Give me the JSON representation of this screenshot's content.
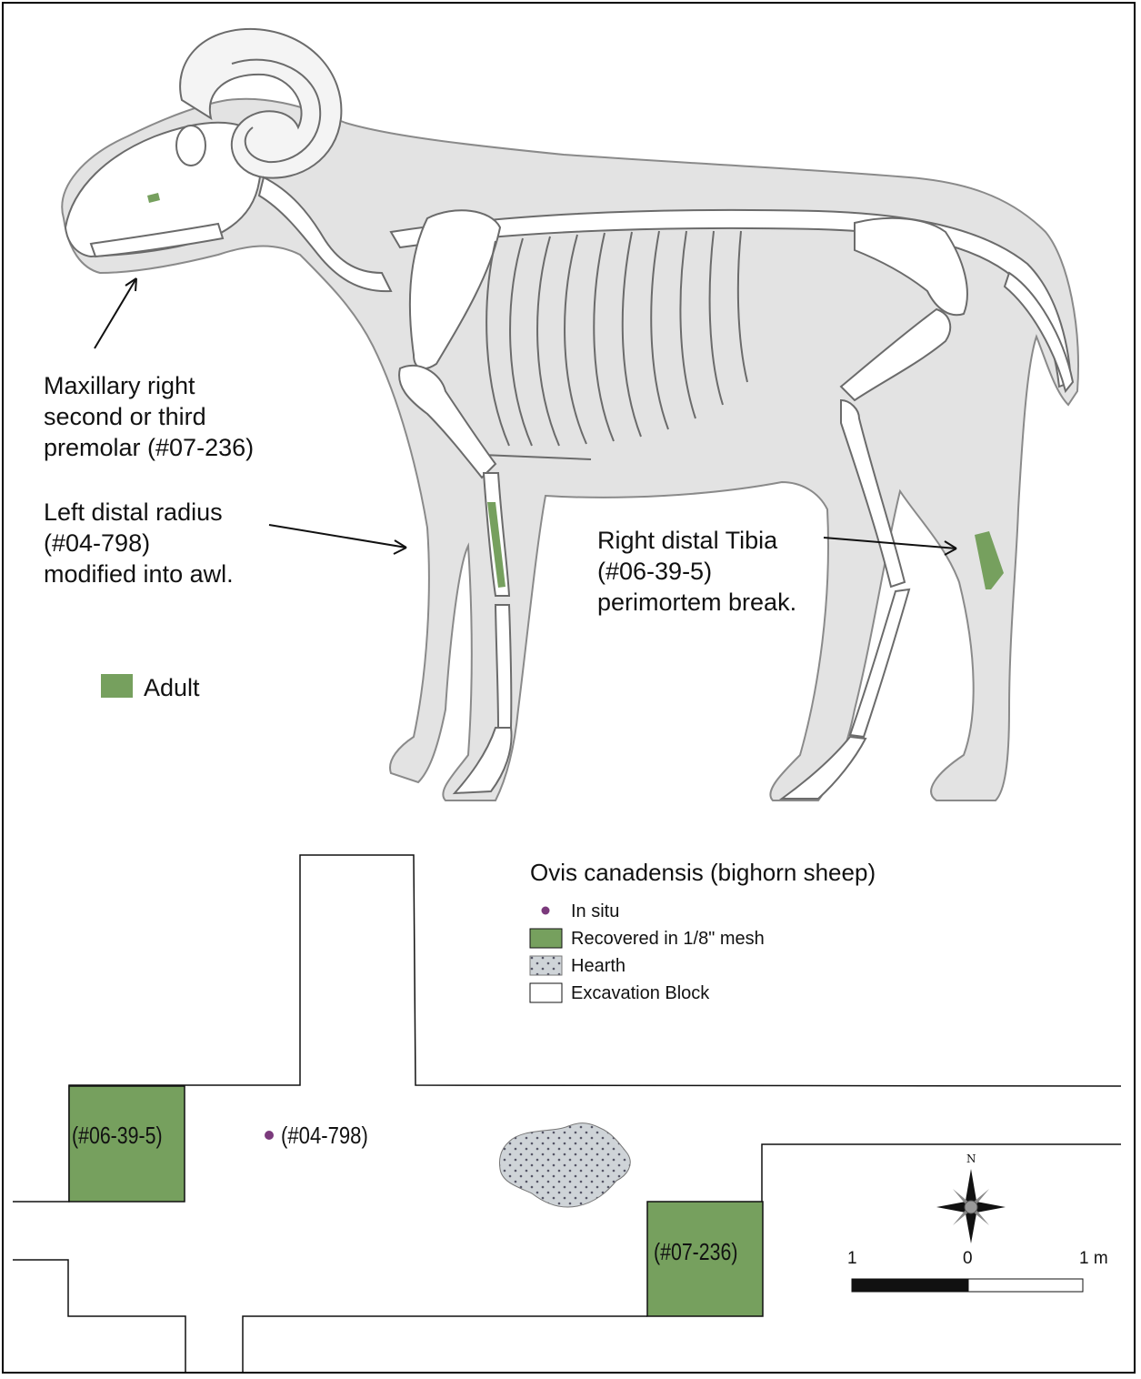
{
  "annotations": {
    "premolar": [
      "Maxillary right",
      "second or third",
      "premolar (#07-236)"
    ],
    "radius": [
      "Left distal radius",
      "(#04-798)",
      "modified into awl."
    ],
    "tibia": [
      "Right distal Tibia",
      "(#06-39-5)",
      "perimortem break."
    ]
  },
  "age_legend": {
    "label": "Adult",
    "color": "#76a05e"
  },
  "map_legend": {
    "title": "Ovis canadensis (bighorn sheep)",
    "items": [
      {
        "label": "In situ",
        "color": "#7b3a7c"
      },
      {
        "label": "Recovered in 1/8\" mesh",
        "color": "#76a05e"
      },
      {
        "label": "Hearth",
        "color": "#cdd2d6"
      },
      {
        "label": "Excavation Block",
        "color": "#ffffff"
      }
    ]
  },
  "units": {
    "unit_a": "(#06-39-5)",
    "unit_b": "(#07-236)",
    "point": "(#04-798)"
  },
  "compass": {
    "north": "N"
  },
  "scale_bar": {
    "left": "1",
    "mid": "0",
    "right": "1 m"
  },
  "colors": {
    "bone_green": "#76a05e",
    "body_fill": "#e3e3e3",
    "in_situ": "#7b3a7c",
    "hearth": "#cdd2d6"
  }
}
